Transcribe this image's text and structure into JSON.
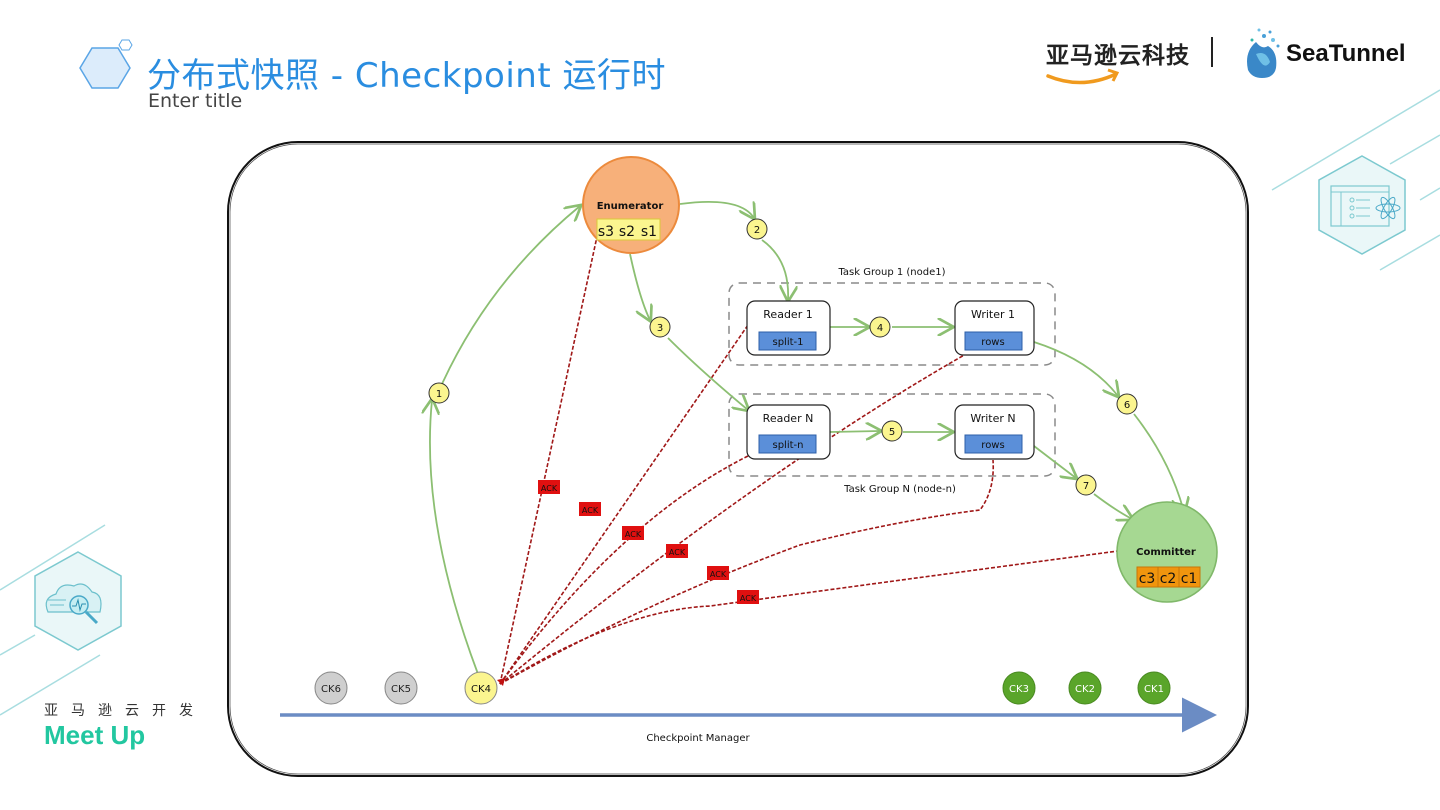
{
  "header": {
    "title": "分布式快照 - Checkpoint  运行时",
    "subtitle": "Enter title"
  },
  "brands": {
    "amazon": "亚马逊云科技",
    "seatunnel": "SeaTunnel"
  },
  "footer": {
    "meetup_cn": "亚马逊云开发",
    "meetup_en": "Meet Up"
  },
  "colors": {
    "title": "#2a8de0",
    "flow_arrow": "#8cbf72",
    "ack_line": "#a01818",
    "ack_badge": "#e01010",
    "step_badge": "#fbf58f",
    "enumerator": "#f7b07a",
    "committer": "#a6d892",
    "split_box": "#5b8fd9",
    "ck_pending": "#cfcfcf",
    "ck_current": "#fbf58f",
    "ck_done": "#5aa52a",
    "timeline": "#6b8cc4"
  },
  "diagram": {
    "enumerator": {
      "label": "Enumerator",
      "splits": [
        "s3",
        "s2",
        "s1"
      ]
    },
    "committer": {
      "label": "Committer",
      "commits": [
        "c3",
        "c2",
        "c1"
      ]
    },
    "task_groups": [
      {
        "label": "Task Group 1 (node1)",
        "reader": {
          "label": "Reader 1",
          "split": "split-1"
        },
        "writer": {
          "label": "Writer 1",
          "data": "rows"
        }
      },
      {
        "label": "Task Group N (node-n)",
        "reader": {
          "label": "Reader N",
          "split": "split-n"
        },
        "writer": {
          "label": "Writer N",
          "data": "rows"
        }
      }
    ],
    "steps": [
      "1",
      "2",
      "3",
      "4",
      "5",
      "6",
      "7"
    ],
    "ack_label": "ACK",
    "ack_count": 6,
    "checkpoint_manager": {
      "label": "Checkpoint Manager",
      "checkpoints": [
        {
          "id": "CK6",
          "state": "pending"
        },
        {
          "id": "CK5",
          "state": "pending"
        },
        {
          "id": "CK4",
          "state": "current"
        },
        {
          "id": "CK3",
          "state": "done"
        },
        {
          "id": "CK2",
          "state": "done"
        },
        {
          "id": "CK1",
          "state": "done"
        }
      ]
    }
  }
}
